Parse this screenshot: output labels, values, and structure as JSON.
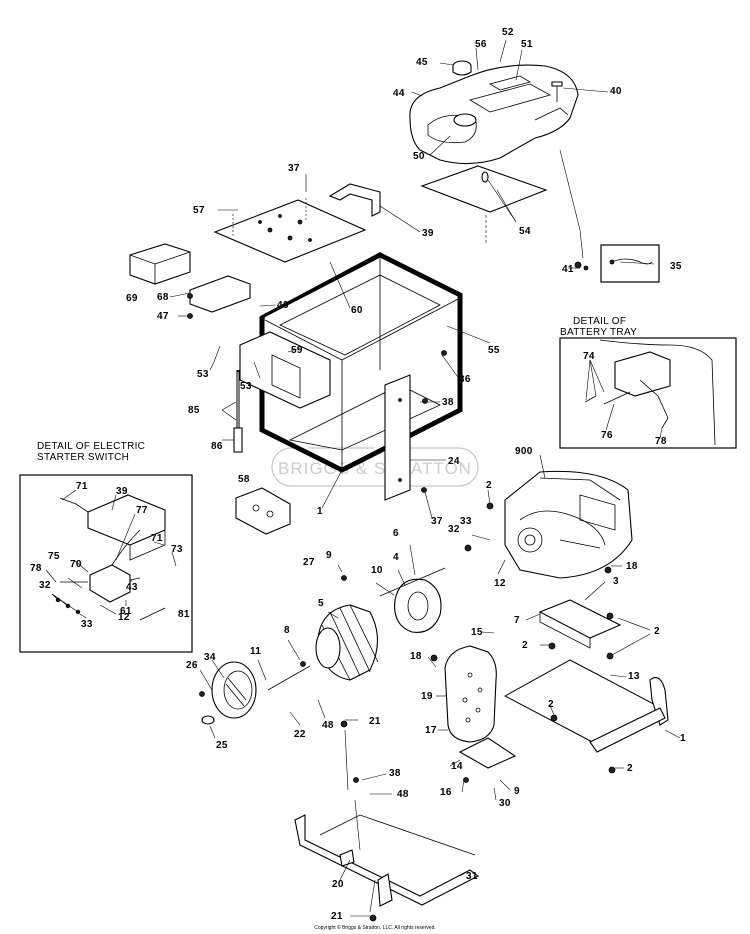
{
  "callouts": {
    "c1": "1",
    "c2": "2",
    "c3": "3",
    "c4": "4",
    "c5": "5",
    "c6": "6",
    "c7": "7",
    "c8": "8",
    "c9": "9",
    "c10": "10",
    "c11": "11",
    "c12": "12",
    "c13": "13",
    "c14": "14",
    "c15": "15",
    "c16": "16",
    "c17": "17",
    "c18": "18",
    "c19": "19",
    "c20": "20",
    "c21": "21",
    "c22": "22",
    "c24": "24",
    "c25": "25",
    "c26": "26",
    "c27": "27",
    "c30": "30",
    "c31": "31",
    "c32": "32",
    "c33": "33",
    "c34": "34",
    "c35": "35",
    "c36": "36",
    "c37": "37",
    "c38": "38",
    "c39": "39",
    "c40": "40",
    "c41": "41",
    "c43": "43",
    "c44": "44",
    "c45": "45",
    "c46": "46",
    "c47": "47",
    "c48": "48",
    "c50": "50",
    "c51": "51",
    "c52": "52",
    "c53": "53",
    "c54": "54",
    "c55": "55",
    "c56": "56",
    "c57": "57",
    "c58": "58",
    "c59": "59",
    "c60": "60",
    "c61": "61",
    "c68": "68",
    "c69": "69",
    "c70": "70",
    "c71": "71",
    "c73": "73",
    "c74": "74",
    "c75": "75",
    "c76": "76",
    "c77": "77",
    "c78": "78",
    "c81": "81",
    "c85": "85",
    "c86": "86",
    "c900": "900"
  },
  "details": {
    "battery_tray_line1": "DETAIL OF",
    "battery_tray_line2": "BATTERY TRAY",
    "starter_switch_line1": "DETAIL OF ELECTRIC",
    "starter_switch_line2": "STARTER SWITCH"
  },
  "watermark": "BRIGGS & STRATTON",
  "copyright": "Copyright © Briggs & Stratton, LLC. All rights reserved."
}
